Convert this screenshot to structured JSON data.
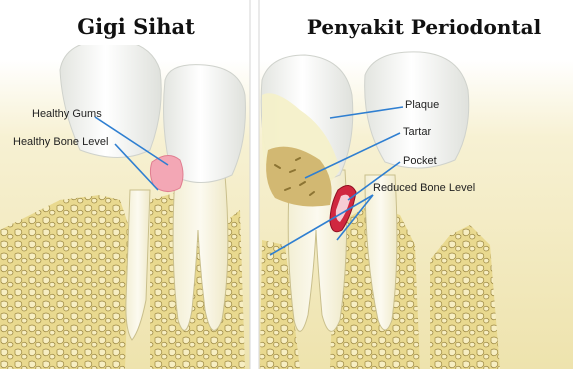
{
  "panels": {
    "left": {
      "title": "Gigi Sihat",
      "labels": [
        "Healthy Gums",
        "Healthy Bone Level"
      ]
    },
    "right": {
      "title": "Penyakit Periodontal",
      "labels": [
        "Plaque",
        "Tartar",
        "Pocket",
        "Reduced Bone Level"
      ]
    }
  },
  "colors": {
    "background": "#ffffff",
    "divider": "#cfcfcf",
    "tooth_enamel": "#f6f7f4",
    "gum_tissue": "#f1e7b3",
    "bone_honeycomb": "#e6d68c",
    "bone_pattern": "#8c7a35",
    "healthy_gum": "#f2a9b6",
    "pocket": "#d0283f",
    "plaque": "#f3efc6",
    "tartar": "#cdb36b",
    "leader_line": "#2f7fd1"
  }
}
